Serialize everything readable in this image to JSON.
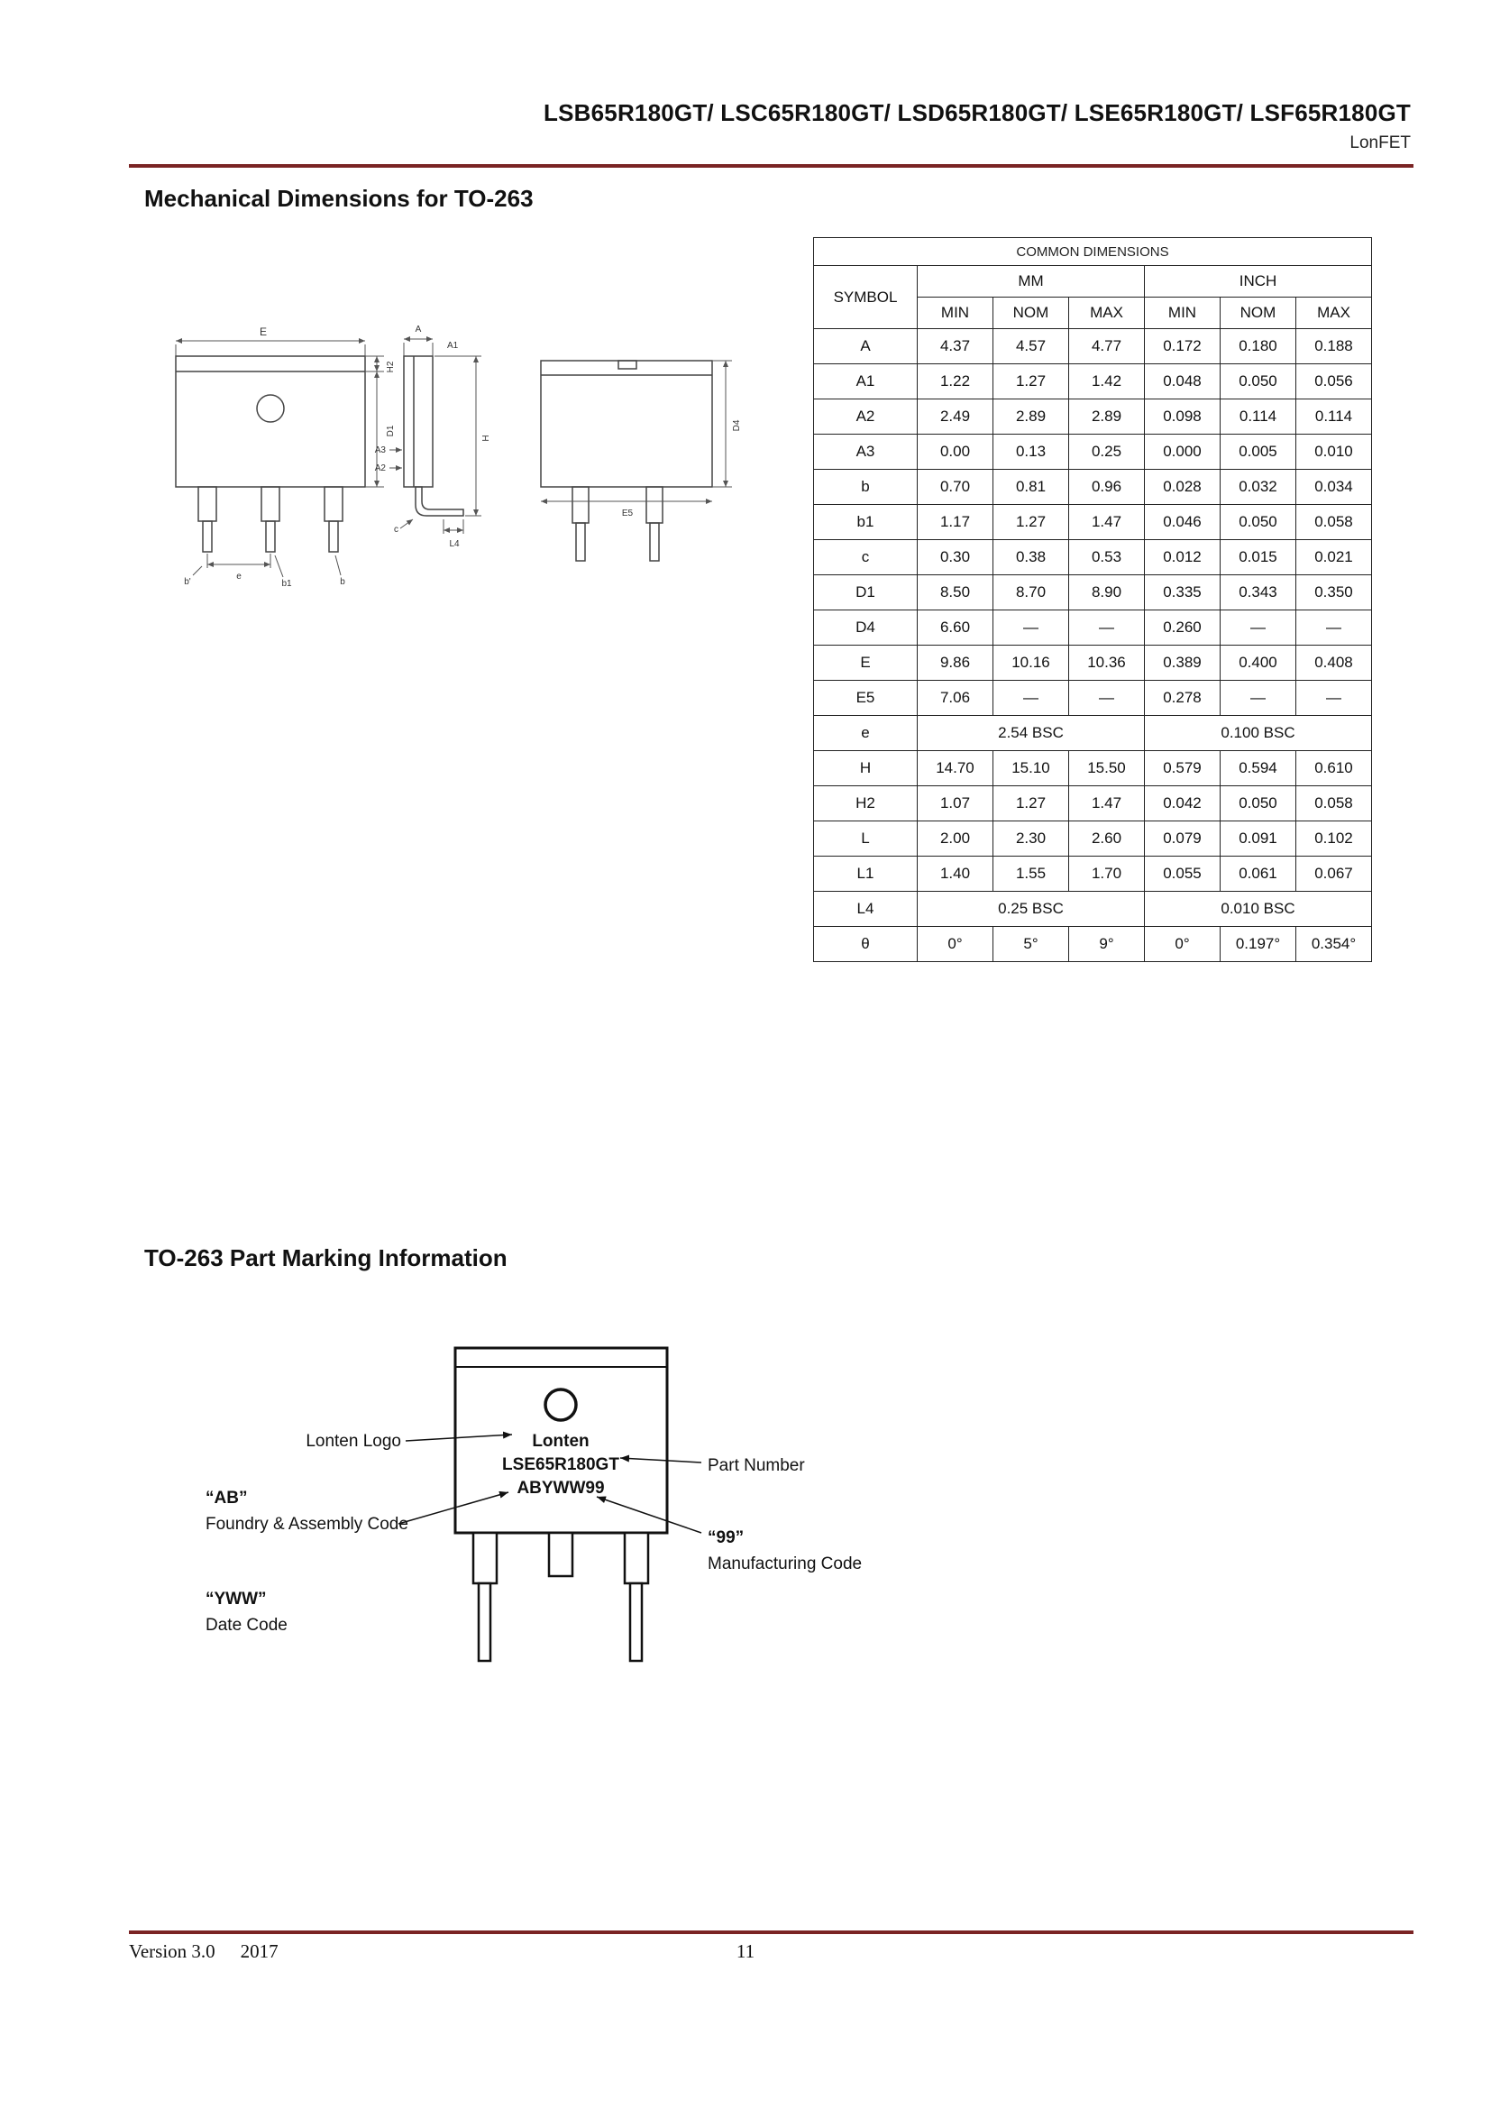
{
  "header": {
    "title": "LSB65R180GT/ LSC65R180GT/ LSD65R180GT/ LSE65R180GT/ LSF65R180GT",
    "subtitle": "LonFET"
  },
  "colors": {
    "rule": "#7a2424",
    "text": "#111111"
  },
  "sections": {
    "mechanical_title": "Mechanical Dimensions for TO-263",
    "marking_title": "TO-263 Part Marking Information"
  },
  "drawing": {
    "labels": {
      "E": "E",
      "A": "A",
      "A1": "A1",
      "A2": "A2",
      "A3": "A3",
      "H": "H",
      "H2": "H2",
      "D1": "D1",
      "D4": "D4",
      "E5": "E5",
      "b": "b",
      "b1": "b1",
      "b_prime": "b'",
      "c": "c",
      "e": "e",
      "L4": "L4"
    }
  },
  "table": {
    "title": "COMMON DIMENSIONS",
    "symbol_header": "SYMBOL",
    "unit_headers": [
      "MM",
      "INCH"
    ],
    "sub_headers": [
      "MIN",
      "NOM",
      "MAX",
      "MIN",
      "NOM",
      "MAX"
    ],
    "rows": [
      {
        "symbol": "A",
        "values": [
          "4.37",
          "4.57",
          "4.77",
          "0.172",
          "0.180",
          "0.188"
        ]
      },
      {
        "symbol": "A1",
        "values": [
          "1.22",
          "1.27",
          "1.42",
          "0.048",
          "0.050",
          "0.056"
        ]
      },
      {
        "symbol": "A2",
        "values": [
          "2.49",
          "2.89",
          "2.89",
          "0.098",
          "0.114",
          "0.114"
        ]
      },
      {
        "symbol": "A3",
        "values": [
          "0.00",
          "0.13",
          "0.25",
          "0.000",
          "0.005",
          "0.010"
        ]
      },
      {
        "symbol": "b",
        "values": [
          "0.70",
          "0.81",
          "0.96",
          "0.028",
          "0.032",
          "0.034"
        ]
      },
      {
        "symbol": "b1",
        "values": [
          "1.17",
          "1.27",
          "1.47",
          "0.046",
          "0.050",
          "0.058"
        ]
      },
      {
        "symbol": "c",
        "values": [
          "0.30",
          "0.38",
          "0.53",
          "0.012",
          "0.015",
          "0.021"
        ]
      },
      {
        "symbol": "D1",
        "values": [
          "8.50",
          "8.70",
          "8.90",
          "0.335",
          "0.343",
          "0.350"
        ]
      },
      {
        "symbol": "D4",
        "values": [
          "6.60",
          "—",
          "—",
          "0.260",
          "—",
          "—"
        ]
      },
      {
        "symbol": "E",
        "values": [
          "9.86",
          "10.16",
          "10.36",
          "0.389",
          "0.400",
          "0.408"
        ]
      },
      {
        "symbol": "E5",
        "values": [
          "7.06",
          "—",
          "—",
          "0.278",
          "—",
          "—"
        ]
      },
      {
        "symbol": "e",
        "span": true,
        "values": [
          "2.54 BSC",
          "0.100 BSC"
        ]
      },
      {
        "symbol": "H",
        "values": [
          "14.70",
          "15.10",
          "15.50",
          "0.579",
          "0.594",
          "0.610"
        ]
      },
      {
        "symbol": "H2",
        "values": [
          "1.07",
          "1.27",
          "1.47",
          "0.042",
          "0.050",
          "0.058"
        ]
      },
      {
        "symbol": "L",
        "values": [
          "2.00",
          "2.30",
          "2.60",
          "0.079",
          "0.091",
          "0.102"
        ]
      },
      {
        "symbol": "L1",
        "values": [
          "1.40",
          "1.55",
          "1.70",
          "0.055",
          "0.061",
          "0.067"
        ]
      },
      {
        "symbol": "L4",
        "span": true,
        "values": [
          "0.25 BSC",
          "0.010 BSC"
        ]
      },
      {
        "symbol": "θ",
        "values": [
          "0°",
          "5°",
          "9°",
          "0°",
          "0.197°",
          "0.354°"
        ]
      }
    ]
  },
  "marking": {
    "device": {
      "logo_text": "Lonten",
      "part_number": "LSE65R180GT",
      "code_line": "ABYWW99"
    },
    "labels": {
      "logo": "Lonten Logo",
      "part_number": "Part Number",
      "foundry_code": "“AB”",
      "foundry_desc": "Foundry & Assembly Code",
      "mfg_code": "“99”",
      "mfg_desc": "Manufacturing Code",
      "date_code": "“YWW”",
      "date_desc": "Date Code"
    }
  },
  "footer": {
    "version": "Version 3.0",
    "year": "2017",
    "page": "11"
  }
}
